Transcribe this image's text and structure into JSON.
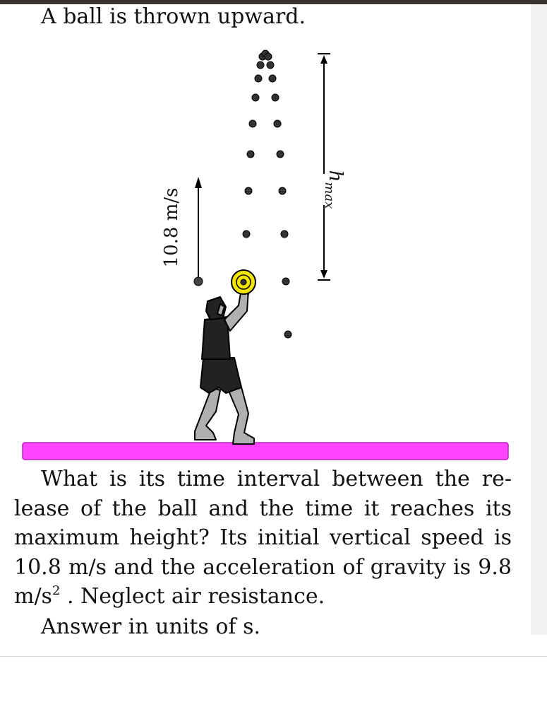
{
  "intro": "A ball is thrown upward.",
  "figure": {
    "velocity_label": "10.8 m/s",
    "height_label_main": "h",
    "height_label_sub": "max",
    "colors": {
      "floor": "#ff44ff",
      "ball": "#f2e600",
      "shirt": "#222222",
      "skin": "#b0b0b0"
    },
    "icons": [
      "person-throwing-icon",
      "ball-icon",
      "velocity-arrow-icon",
      "height-dimension-icon"
    ]
  },
  "question": {
    "p1": "What is its time interval between the re-lease of the ball and the time it reaches its maximum height? Its initial vertical speed is 10.8 m/s and the acceleration of gravity is 9.8 m/s",
    "exp": "2",
    "p2": " . Neglect air resistance.",
    "answer_prefix": "Answer in units of",
    "answer_unit": "s."
  }
}
